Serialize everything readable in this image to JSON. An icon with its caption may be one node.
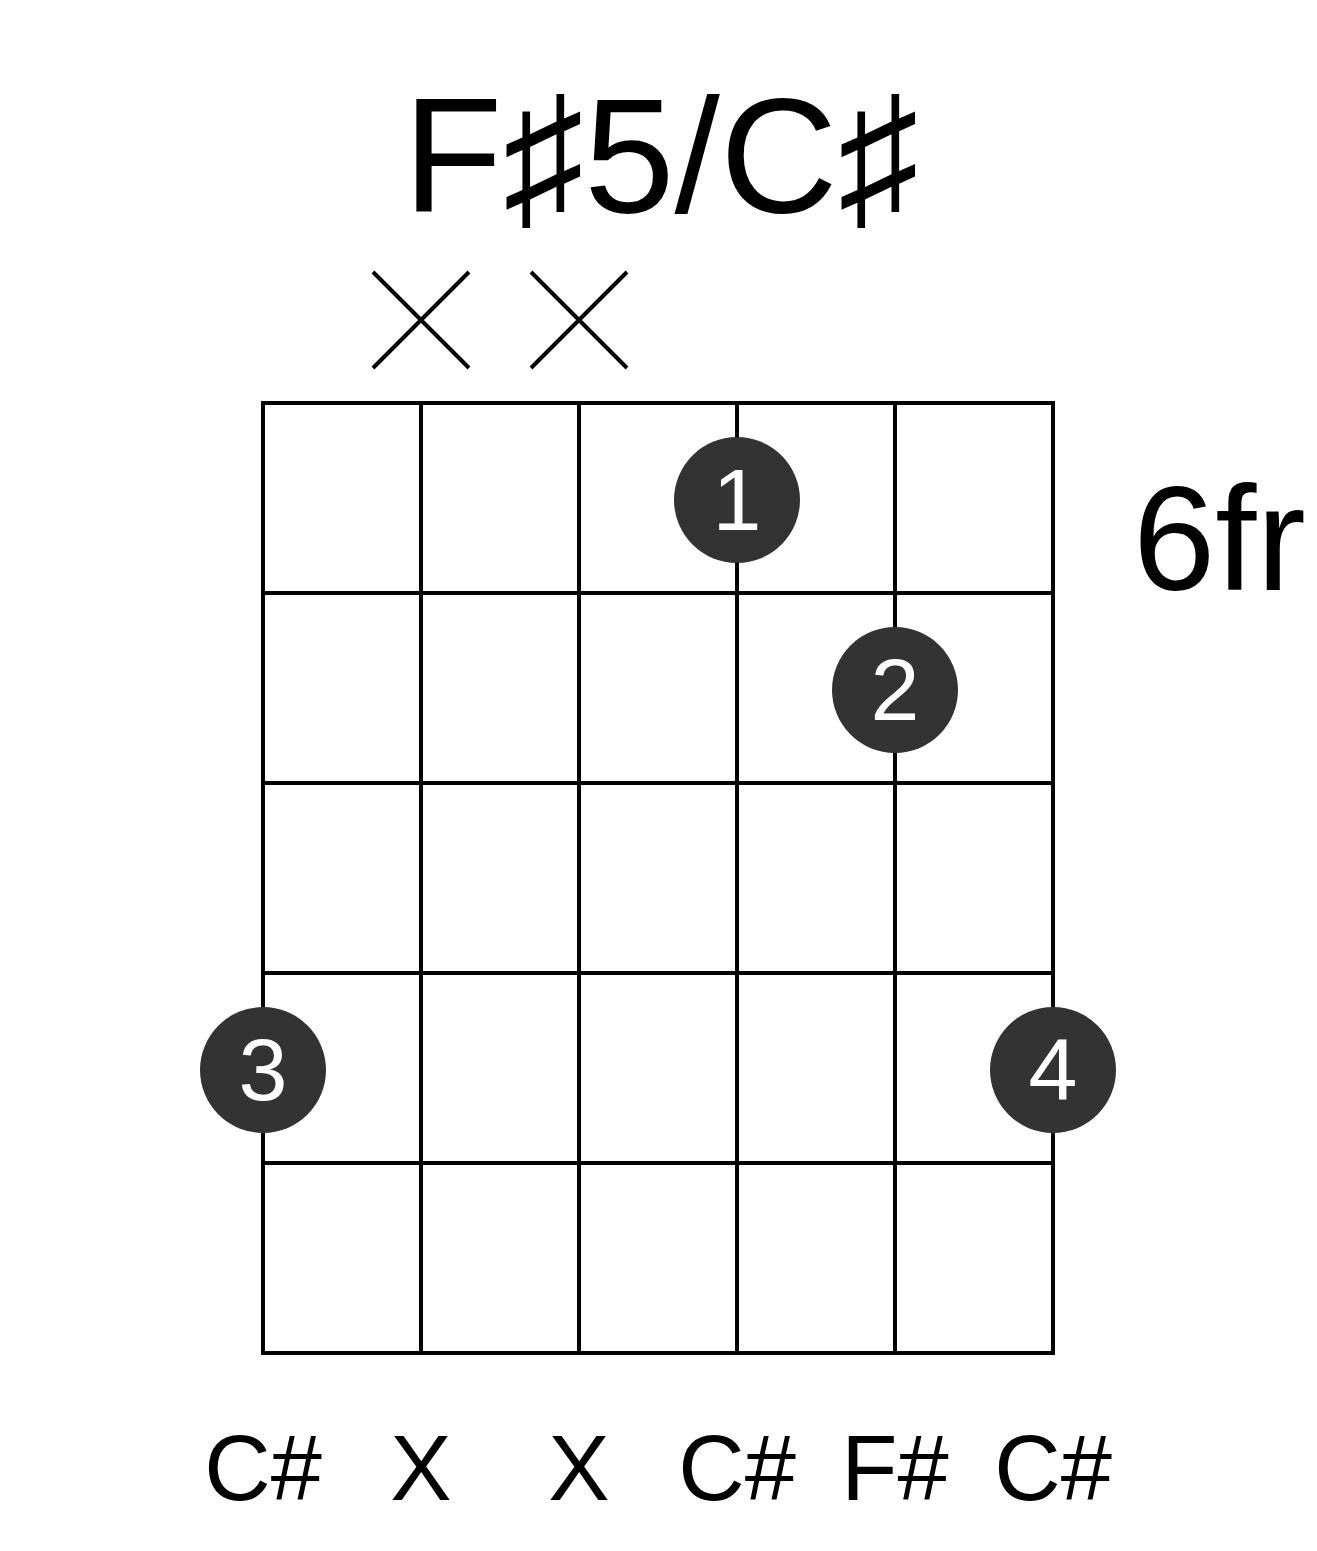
{
  "diagram": {
    "title": "F♯5/C♯",
    "nodes": [
      {
        "text": [
          "1"
        ]
      },
      {
        "text": [
          "2"
        ]
      },
      {
        "text": [
          "3"
        ]
      },
      {
        "text": [
          "4"
        ]
      }
    ],
    "labels": [
      "6fr",
      "C#",
      "X",
      "X",
      "C#",
      "F#",
      "C#"
    ]
  }
}
